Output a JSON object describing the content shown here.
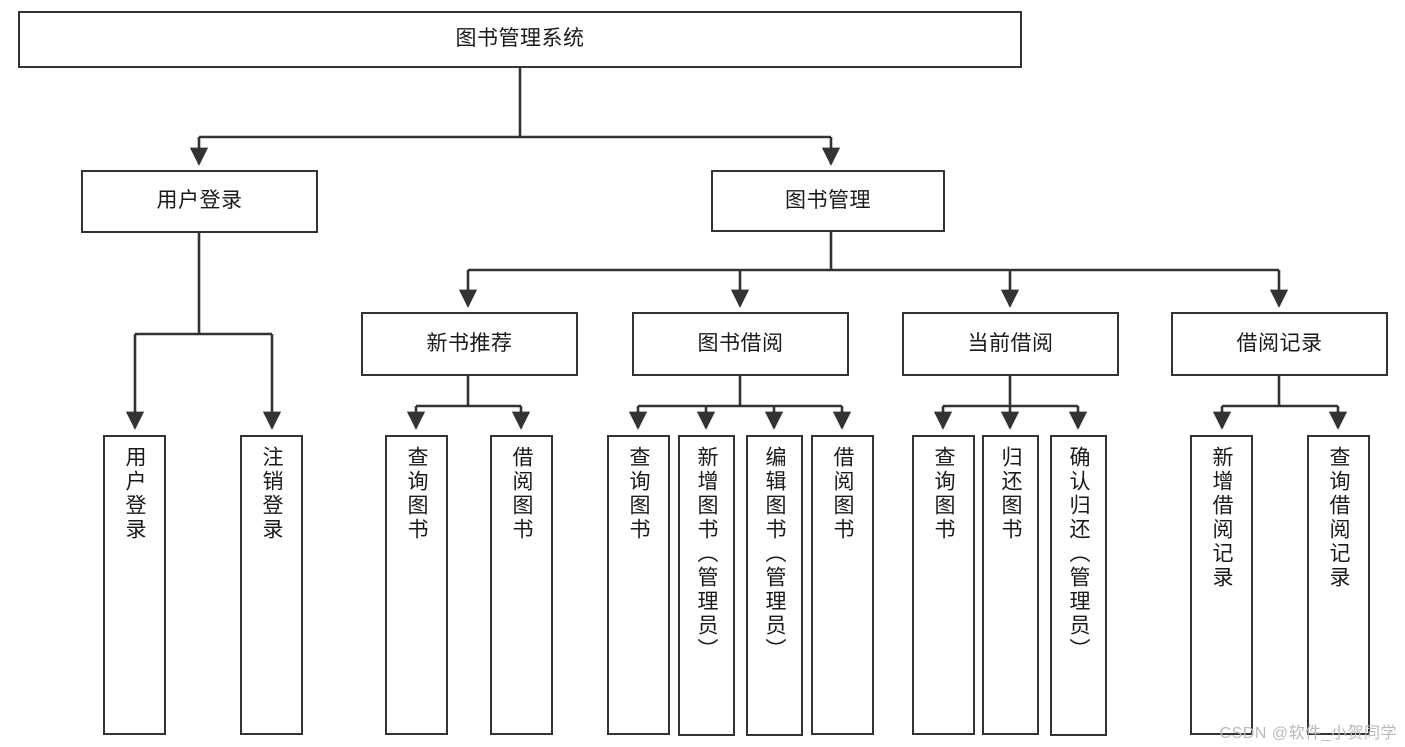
{
  "diagram": {
    "title_node": {
      "label": "图书管理系统"
    },
    "level1": [
      {
        "id": "user-login",
        "label": "用户登录"
      },
      {
        "id": "book-management",
        "label": "图书管理"
      }
    ],
    "level2": [
      {
        "id": "new-book-recommend",
        "label": "新书推荐"
      },
      {
        "id": "book-borrow",
        "label": "图书借阅"
      },
      {
        "id": "current-borrow",
        "label": "当前借阅"
      },
      {
        "id": "borrow-record",
        "label": "借阅记录"
      }
    ],
    "leaves": [
      {
        "id": "user-login-leaf",
        "label": "用户登录",
        "parent": "user-login"
      },
      {
        "id": "logout-leaf",
        "label": "注销登录",
        "parent": "user-login"
      },
      {
        "id": "query-book-recommend",
        "label": "查询图书",
        "parent": "new-book-recommend"
      },
      {
        "id": "borrow-book-recommend",
        "label": "借阅图书",
        "parent": "new-book-recommend"
      },
      {
        "id": "query-book-borrow",
        "label": "查询图书",
        "parent": "book-borrow"
      },
      {
        "id": "add-book-admin",
        "label": "新增图书（管理员）",
        "parent": "book-borrow"
      },
      {
        "id": "edit-book-admin",
        "label": "编辑图书（管理员）",
        "parent": "book-borrow"
      },
      {
        "id": "borrow-book",
        "label": "借阅图书",
        "parent": "book-borrow"
      },
      {
        "id": "query-book-current",
        "label": "查询图书",
        "parent": "current-borrow"
      },
      {
        "id": "return-book",
        "label": "归还图书",
        "parent": "current-borrow"
      },
      {
        "id": "confirm-return-admin",
        "label": "确认归还（管理员）",
        "parent": "current-borrow"
      },
      {
        "id": "add-borrow-record",
        "label": "新增借阅记录",
        "parent": "borrow-record"
      },
      {
        "id": "query-borrow-record",
        "label": "查询借阅记录",
        "parent": "borrow-record"
      }
    ],
    "watermark": "CSDN @软件_小贺同学",
    "colors": {
      "stroke": "#333333",
      "fill": "#ffffff",
      "text": "#1a1a1a",
      "watermark": "#b9b9b9"
    }
  }
}
